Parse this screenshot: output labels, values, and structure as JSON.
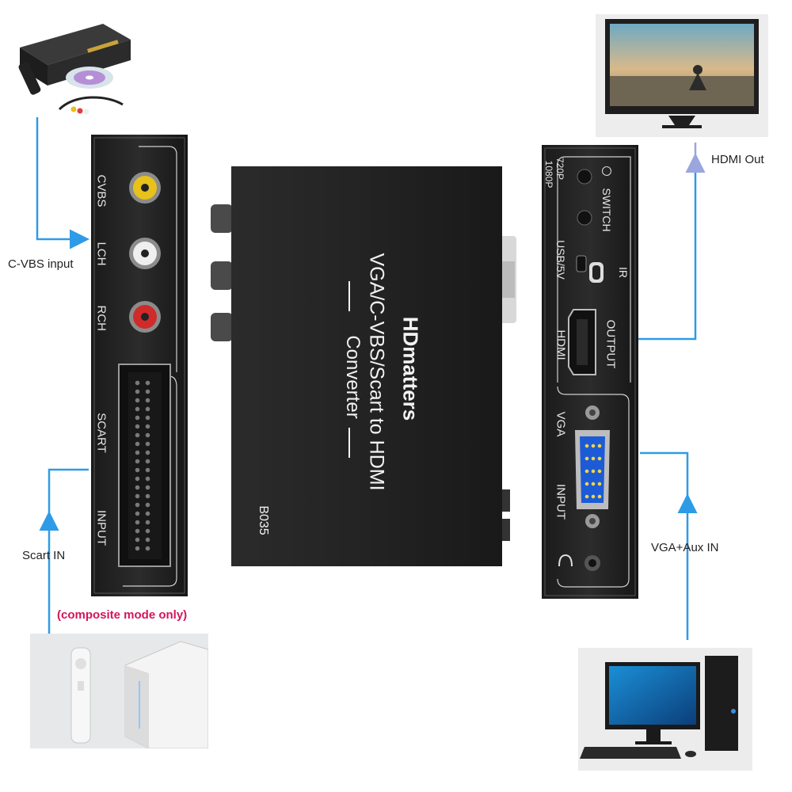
{
  "left_panel": {
    "cvbs": "CVBS",
    "lch": "LCH",
    "rch": "RCH",
    "scart": "SCART",
    "input": "INPUT"
  },
  "right_panel": {
    "res_720": "720P",
    "res_1080": "1080P",
    "switch": "SWITCH",
    "usb": "USB/5V",
    "ir": "IR",
    "hdmi": "HDMI",
    "output": "OUTPUT",
    "vga": "VGA",
    "input": "INPUT"
  },
  "device": {
    "brand": "HDmatters",
    "title_line1": "VGA/C-VBS/Scart to HDMI",
    "title_line2": "Converter",
    "model": "B035"
  },
  "labels": {
    "cvbs_input": "C-VBS input",
    "scart_in": "Scart IN",
    "composite_note": "(composite mode only)",
    "hdmi_out": "HDMI Out",
    "vga_aux_in": "VGA+Aux IN"
  },
  "colors": {
    "arrow_blue": "#2e9be6",
    "arrow_lavender": "#9aa6dd",
    "note_red": "#d4145a",
    "panel_black": "#1e1e1e"
  }
}
